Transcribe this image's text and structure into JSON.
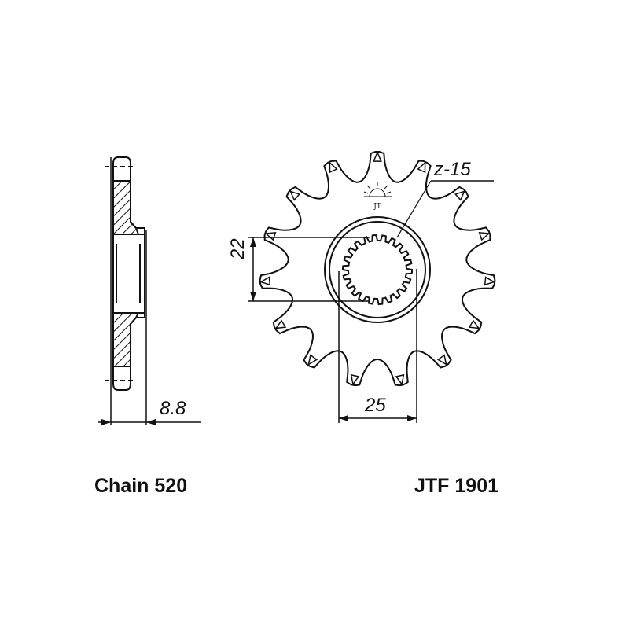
{
  "part": {
    "chain_label": "Chain 520",
    "part_number": "JTF 1901",
    "teeth_label": "z-15",
    "teeth_count": 15,
    "spline_dimension": "22",
    "hub_dimension": "25",
    "thickness_dimension": "8.8"
  },
  "colors": {
    "ink": "#111111",
    "background": "#ffffff"
  }
}
